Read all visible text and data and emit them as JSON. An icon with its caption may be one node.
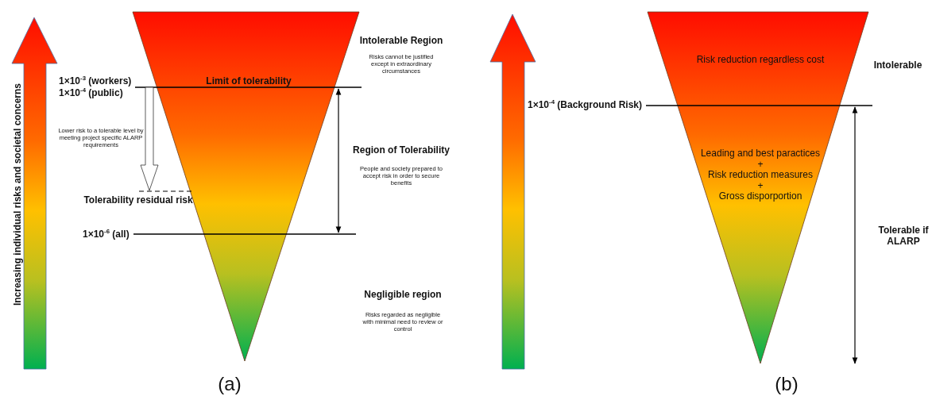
{
  "diagram": {
    "labels": [
      "Increasing individual risks and societal concerns",
      "1×10$^{-3}$ (workers)",
      "1×10$^{-4}$ (public)",
      "Limit of tolerability",
      "Lower risk to a tolerable level by meeting project specific ALARP requirements",
      "Tolerability residual risk",
      "1×10$^{-6}$ (all)",
      "Intolerable Region",
      "Risks cannot be justified except in extraordinary circumstances",
      "Region of Tolerability",
      "People and society prepared to accept risk in order to secure benefits",
      "Negligible region",
      "Risks regarded as negligible with minimal need to review or control",
      "(a)",
      "Risk reduction regardless cost",
      "Intolerable",
      "1×10$^{-4}$ (Background Risk)",
      "Leading and best paractices",
      "+",
      "Risk reduction measures",
      "+",
      "Gross disporportion",
      "Tolerable if ALARP",
      "(b)"
    ]
  }
}
